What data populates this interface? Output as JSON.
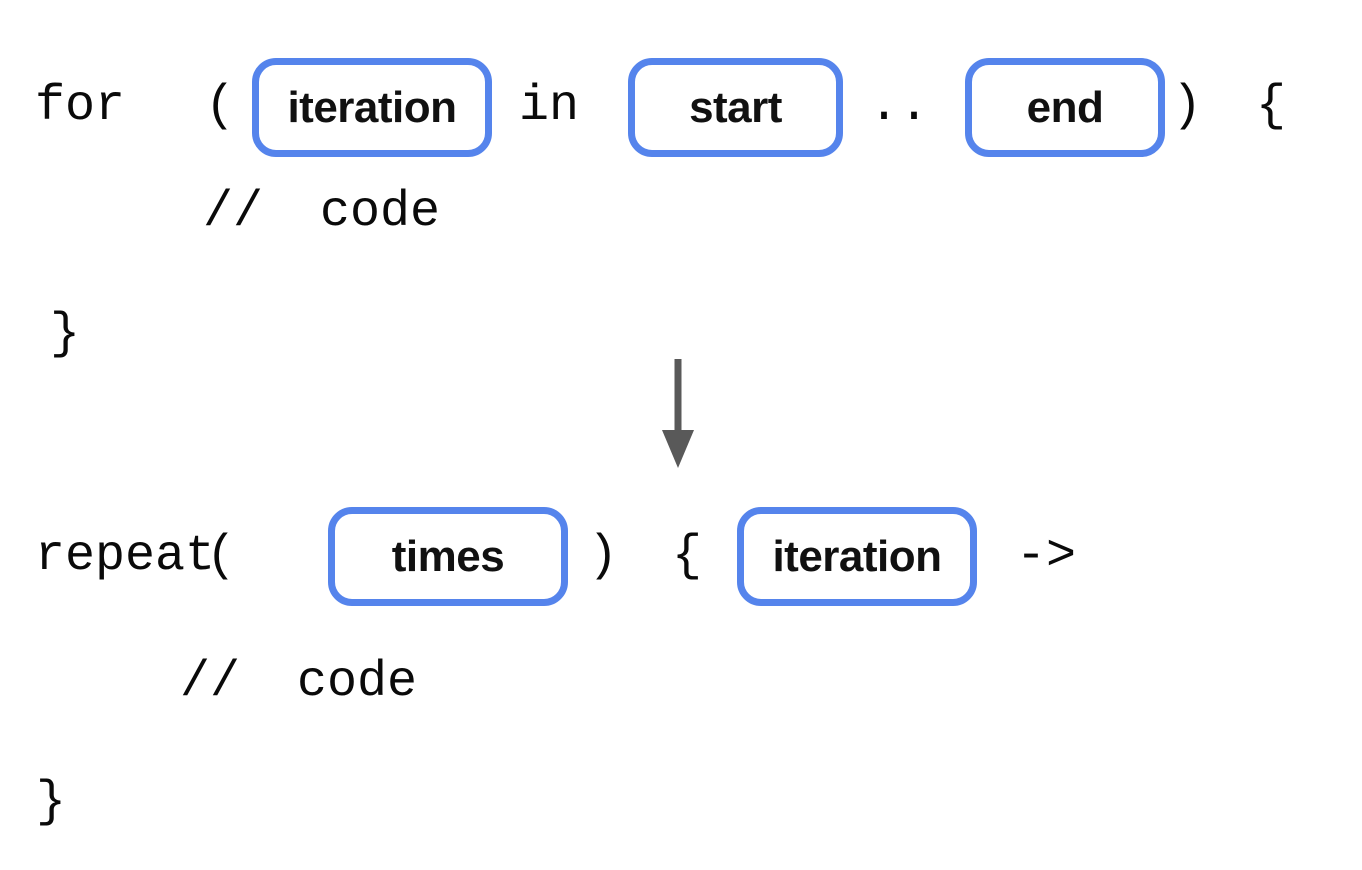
{
  "colors": {
    "background": "#FFFFFF",
    "box_border": "#5584EC",
    "slot_background": "#FFFFFF",
    "code_text": "#0A0A0A",
    "label_text": "#111111",
    "arrow": "#595959"
  },
  "diagram": {
    "description": "for-loop syntax transformed into repeat syntax",
    "before": {
      "keyword": "for",
      "open_paren": "(",
      "iteration_slot": "iteration",
      "in_keyword": "in",
      "start_slot": "start",
      "range_operator": "..",
      "end_slot": "end",
      "close_paren": ")",
      "open_brace": "{",
      "comment": "// code",
      "close_brace": "}"
    },
    "arrow_icon": "down-arrow",
    "after": {
      "keyword": "repeat",
      "open_paren": "(",
      "times_slot": "times",
      "close_paren": ")",
      "open_brace": "{",
      "iteration_slot": "iteration",
      "lambda_arrow": "->",
      "comment": "// code",
      "close_brace": "}"
    }
  }
}
